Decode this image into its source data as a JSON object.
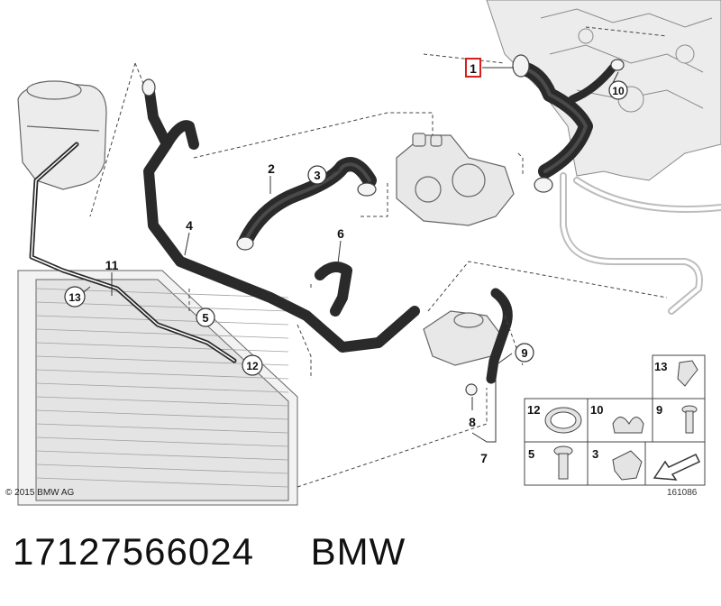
{
  "diagram": {
    "callouts": [
      {
        "label": "1",
        "style": "boxed-red"
      },
      {
        "label": "2",
        "style": "plain"
      },
      {
        "label": "3",
        "style": "circle"
      },
      {
        "label": "4",
        "style": "plain"
      },
      {
        "label": "5",
        "style": "circle"
      },
      {
        "label": "6",
        "style": "plain"
      },
      {
        "label": "7",
        "style": "plain"
      },
      {
        "label": "8",
        "style": "plain"
      },
      {
        "label": "9",
        "style": "circle"
      },
      {
        "label": "10",
        "style": "circle"
      },
      {
        "label": "11",
        "style": "plain"
      },
      {
        "label": "12",
        "style": "circle"
      },
      {
        "label": "13",
        "style": "circle"
      }
    ],
    "legend": [
      {
        "label": "13",
        "icon": "clip-icon"
      },
      {
        "label": "12",
        "icon": "hose-clamp-icon"
      },
      {
        "label": "10",
        "icon": "double-clip-icon"
      },
      {
        "label": "9",
        "icon": "screw-icon"
      },
      {
        "label": "5",
        "icon": "collar-screw-icon"
      },
      {
        "label": "3",
        "icon": "spring-clip-icon"
      }
    ],
    "copyright": "© 2015 BMW AG",
    "drawing_number": "161086",
    "colors": {
      "hose": "#2a2a2a",
      "part": "#e6e6e6",
      "outline": "#555555",
      "highlight": "#d62020"
    }
  },
  "caption": {
    "part_number": "17127566024",
    "brand": "BMW"
  }
}
